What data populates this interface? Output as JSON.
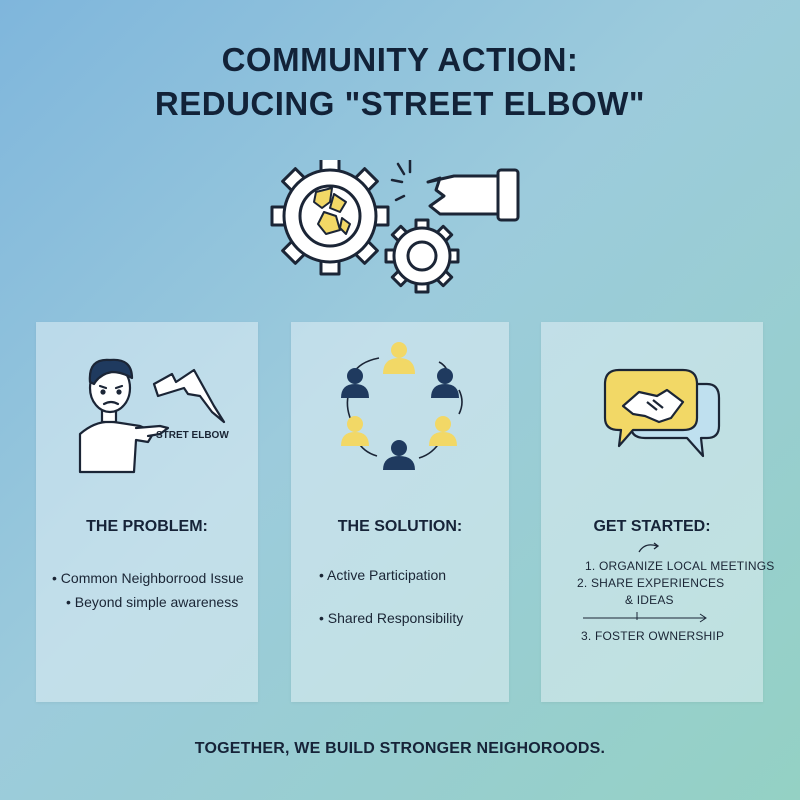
{
  "title": {
    "line1": "COMMUNITY ACTION:",
    "line2": "REDUCING \"STREET ELBOW\""
  },
  "icons": {
    "hero": "broken-gears-and-fist-icon",
    "problem": "frustrated-person-pointing-icon",
    "solution": "people-circle-icon",
    "get_started": "handshake-speech-bubbles-icon"
  },
  "colors": {
    "navy": "#1f3a5f",
    "yellow": "#f2d866",
    "light_blue": "#bfe0ef"
  },
  "cards": {
    "problem": {
      "illustration_label": "STRET ELBOW",
      "heading": "THE PROBLEM:",
      "bullets": [
        "Common Neighborrood Issue",
        "Beyond simple awareness"
      ]
    },
    "solution": {
      "heading": "THE SOLUTION:",
      "bullets": [
        "Active Participation",
        "Shared Responsibility"
      ]
    },
    "get_started": {
      "heading": "GET STARTED:",
      "steps": [
        "1. ORGANIZE LOCAL MEETINGS",
        "2. SHARE EXPERIENCES",
        "& IDEAS",
        "3. FOSTER OWNERSHIP"
      ]
    }
  },
  "footer": "TOGETHER, WE BUILD STRONGER NEIGHOROODS."
}
